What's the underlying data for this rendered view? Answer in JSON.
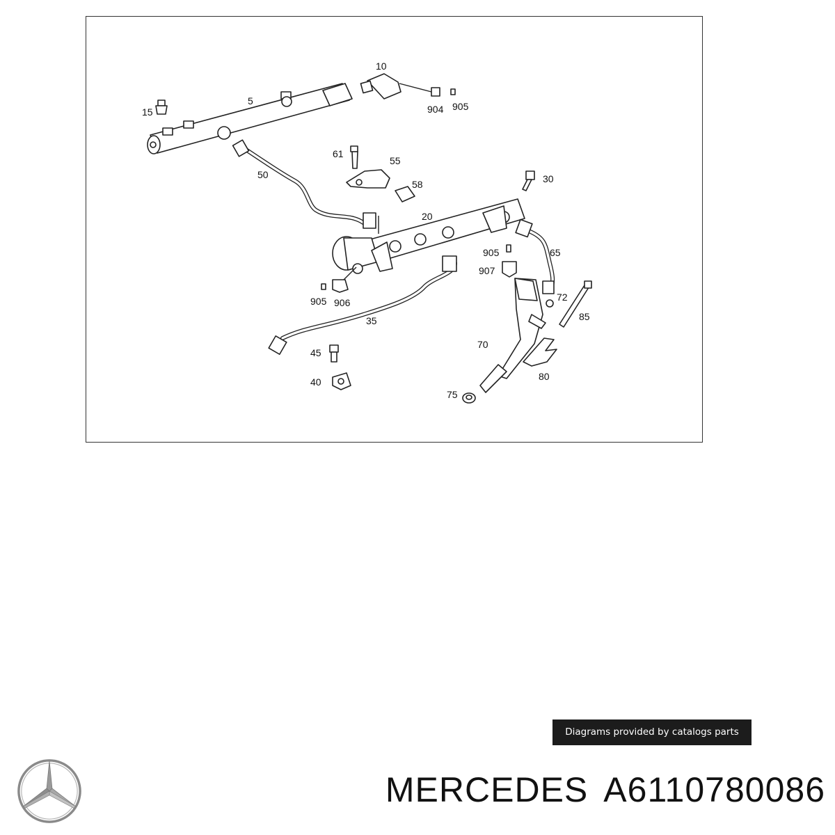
{
  "diagram": {
    "callouts": [
      {
        "id": "5",
        "label": "5"
      },
      {
        "id": "10",
        "label": "10"
      },
      {
        "id": "15",
        "label": "15"
      },
      {
        "id": "904",
        "label": "904"
      },
      {
        "id": "905a",
        "label": "905"
      },
      {
        "id": "61",
        "label": "61"
      },
      {
        "id": "55",
        "label": "55"
      },
      {
        "id": "58",
        "label": "58"
      },
      {
        "id": "50",
        "label": "50"
      },
      {
        "id": "30",
        "label": "30"
      },
      {
        "id": "20",
        "label": "20"
      },
      {
        "id": "905b",
        "label": "905"
      },
      {
        "id": "65",
        "label": "65"
      },
      {
        "id": "907",
        "label": "907"
      },
      {
        "id": "72",
        "label": "72"
      },
      {
        "id": "85",
        "label": "85"
      },
      {
        "id": "905c",
        "label": "905"
      },
      {
        "id": "906",
        "label": "906"
      },
      {
        "id": "35",
        "label": "35"
      },
      {
        "id": "45",
        "label": "45"
      },
      {
        "id": "70",
        "label": "70"
      },
      {
        "id": "40",
        "label": "40"
      },
      {
        "id": "80",
        "label": "80"
      },
      {
        "id": "75",
        "label": "75"
      }
    ]
  },
  "credit": {
    "text": "Diagrams provided by catalogs parts"
  },
  "footer": {
    "brand": "MERCEDES",
    "part_number": "A6110780086"
  },
  "colors": {
    "logo": "#8a8a8a",
    "credit_bg": "#1c1c1c"
  }
}
